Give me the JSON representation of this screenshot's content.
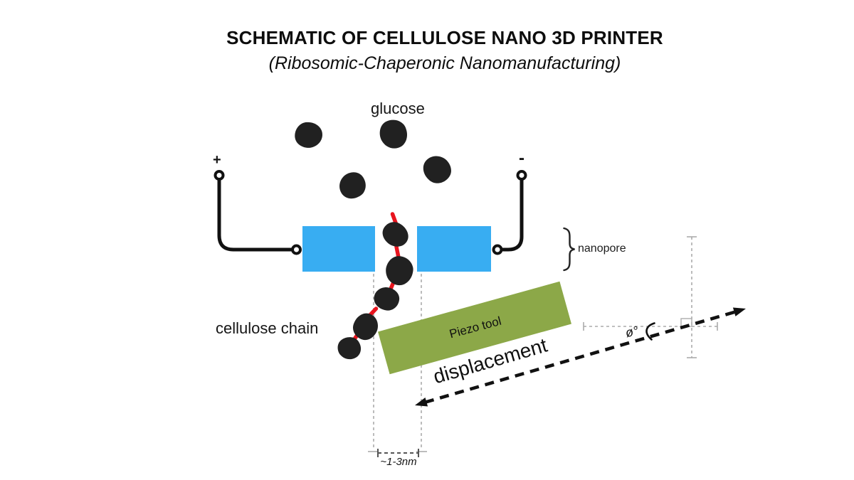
{
  "header": {
    "title": "SCHEMATIC OF CELLULOSE NANO 3D PRINTER",
    "subtitle": "(Ribosomic-Chaperonic Nanomanufacturing)"
  },
  "labels": {
    "glucose": "glucose",
    "positive_terminal": "+",
    "negative_terminal": "-",
    "nanopore": "nanopore",
    "cellulose_chain": "cellulose chain",
    "piezo_tool": "Piezo tool",
    "displacement": "displacement",
    "tilt_angle": "ø°",
    "pore_width": "~1-3nm"
  },
  "colors": {
    "electrode_blue": "#38ADF2",
    "piezo_green": "#8CA848",
    "chain_red": "#E8141E",
    "molecule_black": "#212121",
    "wire_black": "#111111",
    "guide_gray": "#ABABAB"
  }
}
